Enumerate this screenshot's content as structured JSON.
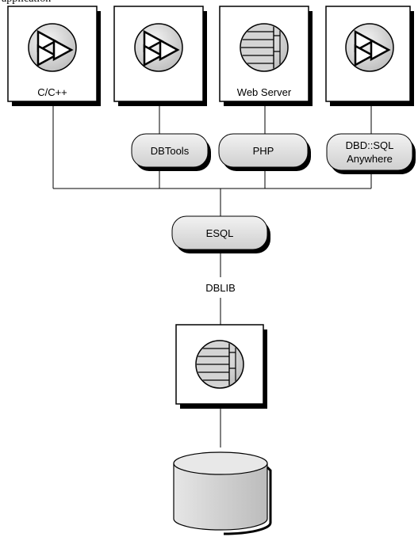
{
  "caption": "application",
  "apps": [
    {
      "label": "C/C++",
      "icon": "play-icon"
    },
    {
      "label": "",
      "icon": "play-icon"
    },
    {
      "label": "Web Server",
      "icon": "server-icon"
    },
    {
      "label": "",
      "icon": "play-icon"
    }
  ],
  "interfaces": [
    {
      "lines": [
        "DBTools"
      ]
    },
    {
      "lines": [
        "PHP"
      ]
    },
    {
      "lines": [
        "DBD::SQL",
        "Anywhere"
      ]
    }
  ],
  "esql": "ESQL",
  "dblib": "DBLIB",
  "engine_icon": "server-icon",
  "database_icon": "database-cylinder-icon",
  "colors": {
    "pill_fill": "#e0e0e0",
    "icon_fill": "#d9d9d9",
    "line": "#000000"
  }
}
